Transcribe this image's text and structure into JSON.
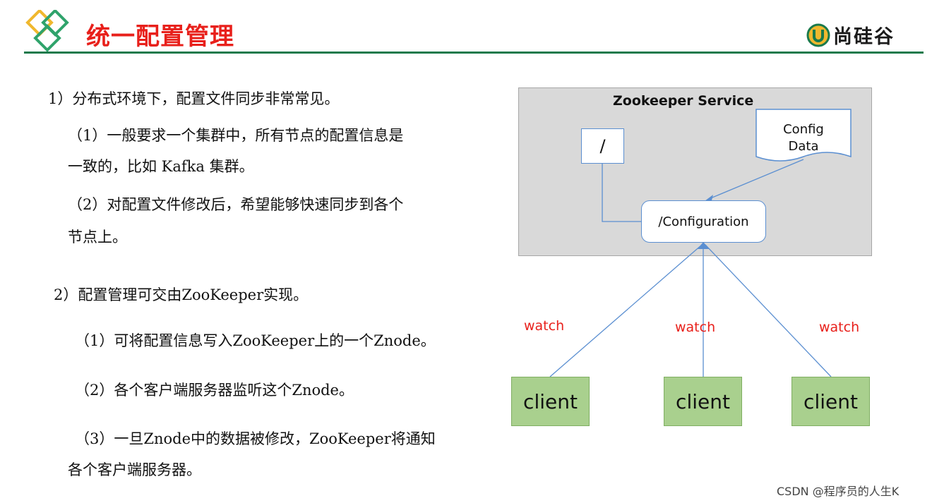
{
  "header": {
    "title": "统一配置管理",
    "brand": "尚硅谷",
    "accent_color": "#e8201b",
    "rule_color": "#1a7a4c"
  },
  "content": {
    "p1": "1）分布式环境下，配置文件同步非常常见。",
    "p1_a_line1": "（1）一般要求一个集群中，所有节点的配置信息是",
    "p1_a_line2": "一致的，比如 Kafka 集群。",
    "p1_b_line1": "（2）对配置文件修改后，希望能够快速同步到各个",
    "p1_b_line2": "节点上。",
    "p2": "2）配置管理可交由ZooKeeper实现。",
    "p2_a": "（1）可将配置信息写入ZooKeeper上的一个Znode。",
    "p2_b": "（2）各个客户端服务器监听这个Znode。",
    "p2_c_line1": "（3）一旦Znode中的数据被修改，ZooKeeper将通知",
    "p2_c_line2": "各个客户端服务器。"
  },
  "diagram": {
    "service_title": "Zookeeper Service",
    "root_node": "/",
    "config_node": "/Configuration",
    "config_data_line1": "Config",
    "config_data_line2": "Data",
    "clients": [
      "client",
      "client",
      "client"
    ],
    "watch_labels": [
      "watch",
      "watch",
      "watch"
    ],
    "client_color": "#a9d08e",
    "line_color": "#5b8fd1",
    "watch_color": "#e8201b"
  },
  "footer": {
    "credit": "CSDN @程序员的人生K"
  }
}
